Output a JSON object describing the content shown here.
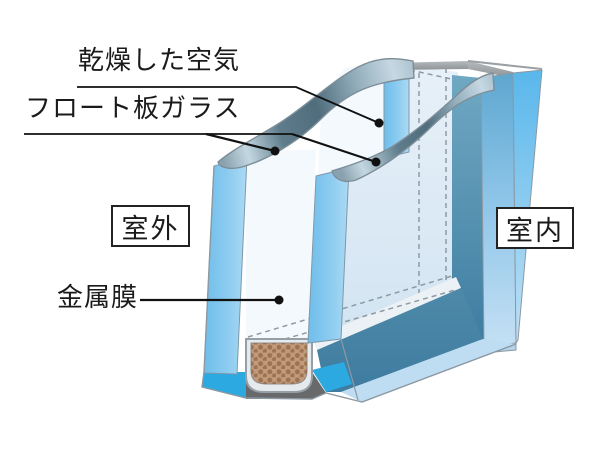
{
  "labels": {
    "dried_air": "乾燥した空気",
    "float_glass": "フロート板ガラス",
    "outdoor": "室外",
    "indoor": "室内",
    "metal_film": "金属膜"
  },
  "diagram": {
    "subject": "insulated-double-glazing-cross-section",
    "callouts": [
      {
        "label": "乾燥した空気",
        "points_to": "air-space-between-panes"
      },
      {
        "label": "フロート板ガラス",
        "points_to": "two-float-glass-panes"
      },
      {
        "label": "金属膜",
        "points_to": "metal-film-coating"
      },
      {
        "label": "室外",
        "points_to": "outdoor-side"
      },
      {
        "label": "室内",
        "points_to": "indoor-side"
      }
    ]
  },
  "colors": {
    "glass_edge_blue": "#6FBEEB",
    "glass_edge_blue_light": "#ACDAF4",
    "air_space_white": "#F4F9FD",
    "pane_face_pale": "#E7F0F8",
    "pane_face_pale_deep": "#D2E4F2",
    "ribbon_dark": "#4F6D7C",
    "ribbon_mid": "#5E7C8B",
    "ribbon_light": "#C6D8E2",
    "ribbon_tip": "#8AA2AF",
    "spacer_teal": "#6FA8C2",
    "spacer_teal_dark": "#3E7CA0",
    "indoor_pane_blue": "#59B7EB",
    "indoor_pane_blue_light": "#BFE0F6",
    "indoor_pane_shadow": "#5EA7CF",
    "bottom_edge_blue": "#2CA9E1",
    "bottom_band_blue": "#BEDCF2",
    "top_edge_gray": "#8E9396",
    "top_edge_gray_light": "#B5BABC",
    "desiccant_tan": "#C29B7B",
    "desiccant_dot_brown": "#9C7453",
    "spacer_rim": "#E7EAEC",
    "frame_gray": "#67696B",
    "outline": "#8C99A2",
    "leader_line": "#111111"
  }
}
